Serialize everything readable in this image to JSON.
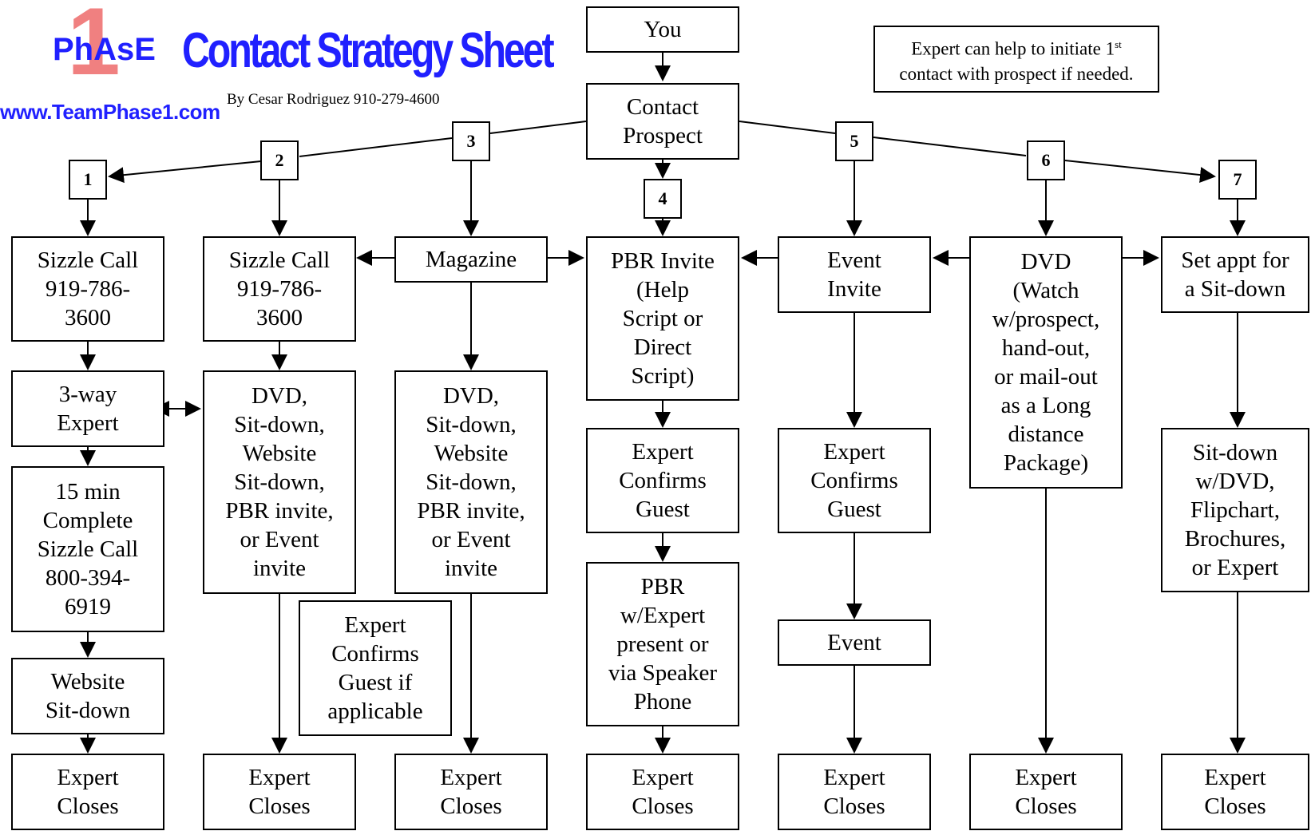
{
  "header": {
    "logo_phase": "PhAsE",
    "logo_one": "1",
    "title": "Contact Strategy Sheet",
    "byline": "By Cesar Rodriguez 910-279-4600",
    "website": "www.TeamPhase1.com",
    "note_line1": "Expert can help to initiate 1",
    "note_sup": "st",
    "note_line2": "contact with prospect if needed."
  },
  "nodes": {
    "you": "You",
    "contact": "Contact\nProspect",
    "n1": "1",
    "n2": "2",
    "n3": "3",
    "n4": "4",
    "n5": "5",
    "n6": "6",
    "n7": "7",
    "c1_sizzle": "Sizzle Call\n919-786-\n3600",
    "c1_3way": "3-way\nExpert",
    "c1_15min": "15 min\nComplete\nSizzle Call\n800-394-\n6919",
    "c1_website": "Website\nSit-down",
    "c1_close": "Expert\nCloses",
    "c2_sizzle": "Sizzle Call\n919-786-\n3600",
    "c2_dvd": "DVD,\nSit-down,\nWebsite\nSit-down,\nPBR invite,\nor Event\ninvite",
    "c2_close": "Expert\nCloses",
    "c2_confirm": "Expert\nConfirms\nGuest if\napplicable",
    "c3_magazine": "Magazine",
    "c3_dvd": "DVD,\nSit-down,\nWebsite\nSit-down,\nPBR invite,\nor Event\ninvite",
    "c3_close": "Expert\nCloses",
    "c4_pbr": "PBR Invite\n(Help\nScript or\nDirect\nScript)",
    "c4_confirm": "Expert\nConfirms\nGuest",
    "c4_present": "PBR\nw/Expert\npresent or\nvia Speaker\nPhone",
    "c4_close": "Expert\nCloses",
    "c5_event": "Event\nInvite",
    "c5_confirm": "Expert\nConfirms\nGuest",
    "c5_evt": "Event",
    "c5_close": "Expert\nCloses",
    "c6_dvd": "DVD\n(Watch\nw/prospect,\nhand-out,\nor mail-out\nas a Long\ndistance\nPackage)",
    "c6_close": "Expert\nCloses",
    "c7_appt": "Set appt for\na Sit-down",
    "c7_sit": "Sit-down\nw/DVD,\nFlipchart,\nBrochures,\nor Expert",
    "c7_close": "Expert\nCloses"
  },
  "colors": {
    "logo_blue": "#2020ff",
    "logo_pink": "#f08080",
    "line": "#000000"
  }
}
